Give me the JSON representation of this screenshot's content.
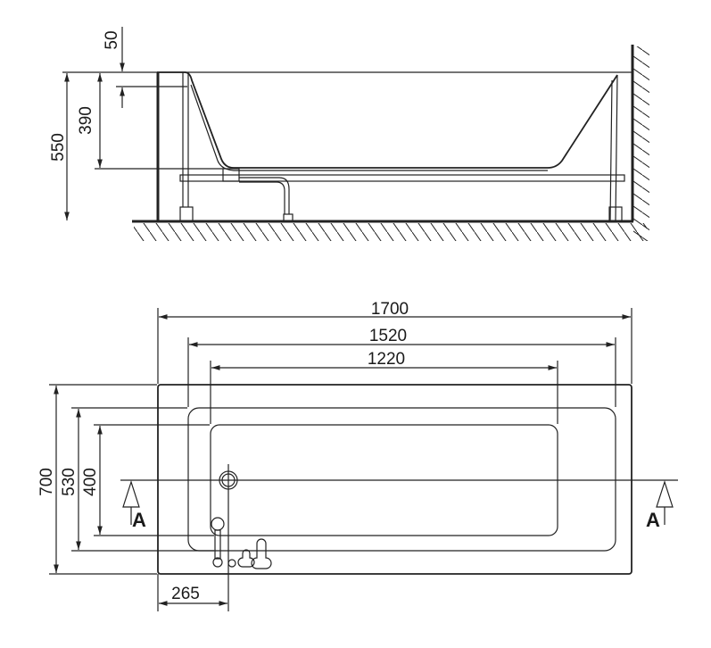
{
  "side_view": {
    "dimensions": {
      "overall_height": "550",
      "inner_depth": "390",
      "rim_offset": "50"
    }
  },
  "top_view": {
    "dimensions": {
      "outer_length": "1700",
      "rim_length": "1520",
      "basin_length": "1220",
      "outer_width": "700",
      "rim_width": "530",
      "basin_width": "400",
      "drain_offset": "265"
    },
    "section_marker_left": "A",
    "section_marker_right": "A"
  }
}
